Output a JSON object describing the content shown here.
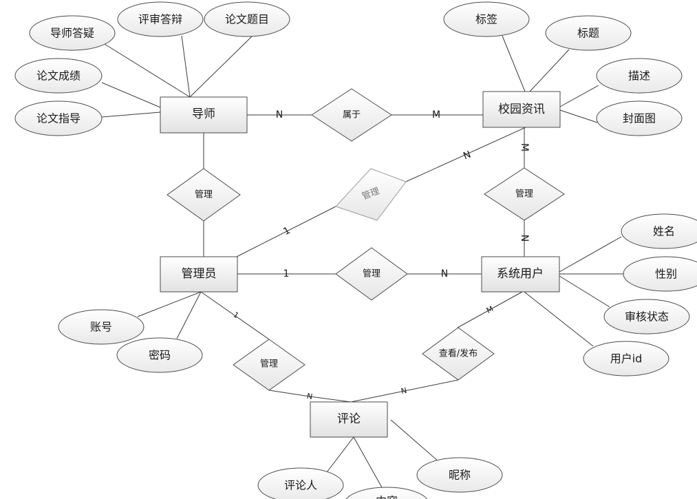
{
  "entities": {
    "tutor": "导师",
    "news": "校园资讯",
    "admin": "管理员",
    "user": "系统用户",
    "comment": "评论"
  },
  "relationships": {
    "belongs": "属于",
    "manage_tutor": "管理",
    "manage_news": "管理",
    "manage_news_user": "管理",
    "manage_user": "管理",
    "manage_comment": "管理",
    "view_publish": "查看/发布"
  },
  "attributes": {
    "tutor_qa": "导师答疑",
    "review_defense": "评审答辩",
    "thesis_title": "论文题目",
    "thesis_grade": "论文成绩",
    "thesis_guidance": "论文指导",
    "tag": "标签",
    "title": "标题",
    "description": "描述",
    "cover_image": "封面图",
    "name": "姓名",
    "gender": "性别",
    "review_status": "审核状态",
    "user_id": "用户id",
    "account": "账号",
    "password": "密码",
    "commenter": "评论人",
    "nickname": "昵称",
    "partial_attr": "内容"
  },
  "cardinalities": {
    "tutor_belongs": "N",
    "belongs_news": "M",
    "news_manage": "N",
    "manage_admin": "1",
    "news_vertical": "M",
    "user_vertical": "N",
    "admin_user_1": "1",
    "admin_user_n": "N",
    "admin_comment_1": "1",
    "comment_manage_n": "N",
    "user_view_m": "M",
    "view_comment_n": "N"
  }
}
